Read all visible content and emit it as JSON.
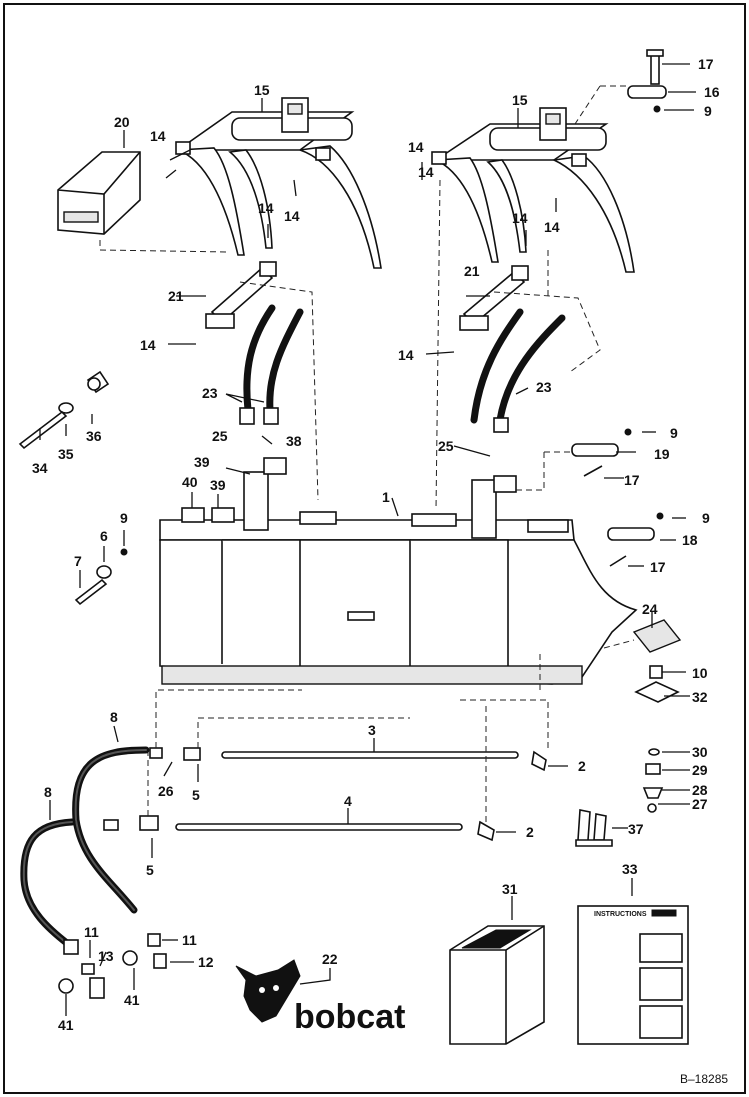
{
  "diagram": {
    "callouts": [
      {
        "id": "c17a",
        "text": "17"
      },
      {
        "id": "c16",
        "text": "16"
      },
      {
        "id": "c9a",
        "text": "9"
      },
      {
        "id": "c15a",
        "text": "15"
      },
      {
        "id": "c15b",
        "text": "15"
      },
      {
        "id": "c20",
        "text": "20"
      },
      {
        "id": "c14a",
        "text": "14"
      },
      {
        "id": "c14b",
        "text": "14"
      },
      {
        "id": "c14c",
        "text": "14"
      },
      {
        "id": "c14d",
        "text": "14"
      },
      {
        "id": "c14e",
        "text": "14"
      },
      {
        "id": "c14f",
        "text": "14"
      },
      {
        "id": "c14g",
        "text": "14"
      },
      {
        "id": "c14h",
        "text": "14"
      },
      {
        "id": "c14i",
        "text": "14"
      },
      {
        "id": "c21a",
        "text": "21"
      },
      {
        "id": "c21b",
        "text": "21"
      },
      {
        "id": "c23a",
        "text": "23"
      },
      {
        "id": "c23b",
        "text": "23"
      },
      {
        "id": "c36",
        "text": "36"
      },
      {
        "id": "c35",
        "text": "35"
      },
      {
        "id": "c34",
        "text": "34"
      },
      {
        "id": "c25a",
        "text": "25"
      },
      {
        "id": "c25b",
        "text": "25"
      },
      {
        "id": "c38",
        "text": "38"
      },
      {
        "id": "c39a",
        "text": "39"
      },
      {
        "id": "c39b",
        "text": "39"
      },
      {
        "id": "c40",
        "text": "40"
      },
      {
        "id": "c1",
        "text": "1"
      },
      {
        "id": "c9b",
        "text": "9"
      },
      {
        "id": "c19",
        "text": "19"
      },
      {
        "id": "c17b",
        "text": "17"
      },
      {
        "id": "c9c",
        "text": "9"
      },
      {
        "id": "c18",
        "text": "18"
      },
      {
        "id": "c17c",
        "text": "17"
      },
      {
        "id": "c9d",
        "text": "9"
      },
      {
        "id": "c6",
        "text": "6"
      },
      {
        "id": "c7",
        "text": "7"
      },
      {
        "id": "c24",
        "text": "24"
      },
      {
        "id": "c10",
        "text": "10"
      },
      {
        "id": "c32",
        "text": "32"
      },
      {
        "id": "c8a",
        "text": "8"
      },
      {
        "id": "c3",
        "text": "3"
      },
      {
        "id": "c2a",
        "text": "2"
      },
      {
        "id": "c26",
        "text": "26"
      },
      {
        "id": "c5a",
        "text": "5"
      },
      {
        "id": "c30",
        "text": "30"
      },
      {
        "id": "c29",
        "text": "29"
      },
      {
        "id": "c28",
        "text": "28"
      },
      {
        "id": "c27",
        "text": "27"
      },
      {
        "id": "c8b",
        "text": "8"
      },
      {
        "id": "c4",
        "text": "4"
      },
      {
        "id": "c2b",
        "text": "2"
      },
      {
        "id": "c37",
        "text": "37"
      },
      {
        "id": "c5b",
        "text": "5"
      },
      {
        "id": "c33",
        "text": "33"
      },
      {
        "id": "c31",
        "text": "31"
      },
      {
        "id": "c22",
        "text": "22"
      },
      {
        "id": "c11a",
        "text": "11"
      },
      {
        "id": "c11b",
        "text": "11"
      },
      {
        "id": "c13",
        "text": "13"
      },
      {
        "id": "c12",
        "text": "12"
      },
      {
        "id": "c41a",
        "text": "41"
      },
      {
        "id": "c41b",
        "text": "41"
      }
    ],
    "logo_text": "bobcat",
    "instructions_title": "INSTRUCTIONS",
    "document_id": "B–18285"
  }
}
